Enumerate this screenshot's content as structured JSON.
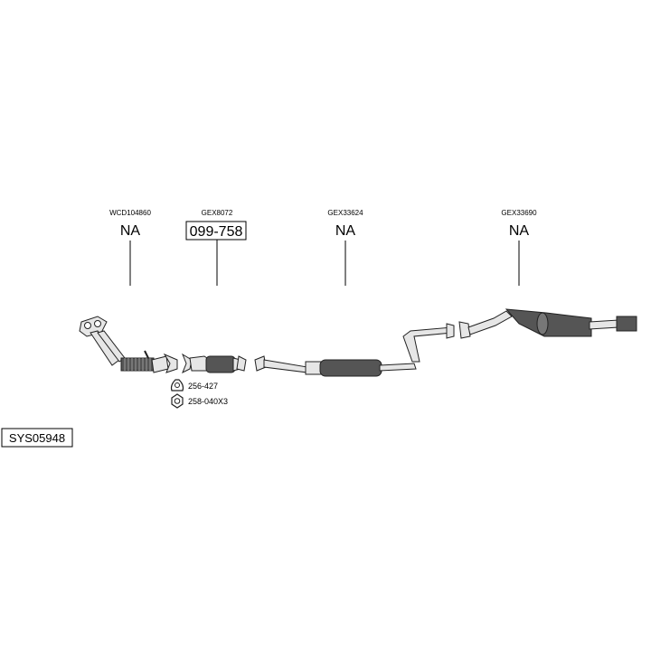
{
  "parts": [
    {
      "ref": "WCD104860",
      "number": "NA"
    },
    {
      "ref": "GEX8072",
      "number": "099-758"
    },
    {
      "ref": "GEX33624",
      "number": "NA"
    },
    {
      "ref": "GEX33690",
      "number": "NA"
    }
  ],
  "accessories": [
    {
      "code": "256-427",
      "icon": "gasket-icon"
    },
    {
      "code": "258-040X3",
      "icon": "nut-icon"
    }
  ],
  "system_code": "SYS05948"
}
